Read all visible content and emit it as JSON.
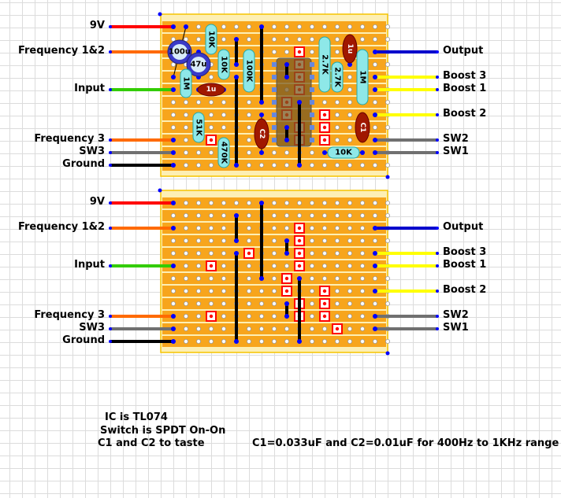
{
  "boards": [
    {
      "name": "populated",
      "left_labels": [
        {
          "text": "9V",
          "row": 0,
          "color": "#ff0000"
        },
        {
          "text": "Frequency 1&2",
          "row": 2,
          "color": "#ff6a00"
        },
        {
          "text": "Input",
          "row": 5,
          "color": "#33cc00"
        },
        {
          "text": "Frequency 3",
          "row": 9,
          "color": "#ff6a00"
        },
        {
          "text": "SW3",
          "row": 10,
          "color": "#707070"
        },
        {
          "text": "Ground",
          "row": 11,
          "color": "#000000"
        }
      ],
      "right_labels": [
        {
          "text": "Output",
          "row": 2,
          "color": "#0000cc"
        },
        {
          "text": "Boost 3",
          "row": 4,
          "color": "#ffff00"
        },
        {
          "text": "Boost 1",
          "row": 5,
          "color": "#ffff00"
        },
        {
          "text": "Boost 2",
          "row": 7,
          "color": "#ffff00"
        },
        {
          "text": "SW2",
          "row": 9,
          "color": "#707070"
        },
        {
          "text": "SW1",
          "row": 10,
          "color": "#707070"
        }
      ],
      "components": {
        "c100u": "100u",
        "c47u": "47u",
        "r10k_a": "10K",
        "r10k_b": "10K",
        "r1m_a": "1M",
        "c1u_a": "1u",
        "r100k": "100K",
        "r51k": "51K",
        "r470k": "470K",
        "c2": "C2",
        "r2k7_a": "2.7K",
        "r2k7_b": "2.7K",
        "c1u_b": "1u",
        "r1m_b": "1M",
        "c1": "C1",
        "r10k_c": "10K"
      }
    },
    {
      "name": "bare",
      "left_labels": [
        {
          "text": "9V",
          "row": 0,
          "color": "#ff0000"
        },
        {
          "text": "Frequency 1&2",
          "row": 2,
          "color": "#ff6a00"
        },
        {
          "text": "Input",
          "row": 5,
          "color": "#33cc00"
        },
        {
          "text": "Frequency 3",
          "row": 9,
          "color": "#ff6a00"
        },
        {
          "text": "SW3",
          "row": 10,
          "color": "#707070"
        },
        {
          "text": "Ground",
          "row": 11,
          "color": "#000000"
        }
      ],
      "right_labels": [
        {
          "text": "Output",
          "row": 2,
          "color": "#0000cc"
        },
        {
          "text": "Boost 3",
          "row": 4,
          "color": "#ffff00"
        },
        {
          "text": "Boost 1",
          "row": 5,
          "color": "#ffff00"
        },
        {
          "text": "Boost 2",
          "row": 7,
          "color": "#ffff00"
        },
        {
          "text": "SW2",
          "row": 9,
          "color": "#707070"
        },
        {
          "text": "SW1",
          "row": 10,
          "color": "#707070"
        }
      ]
    }
  ],
  "notes": {
    "ic": "IC is TL074",
    "switch": "Switch is SPDT On-On",
    "caps": "C1 and C2 to taste",
    "range": "C1=0.033uF and C2=0.01uF for 400Hz to 1KHz range"
  },
  "colors": {
    "strip": "#f7a51c",
    "board": "#fdefb4",
    "board_border": "#f5c400",
    "cut": "#ff0000",
    "jumper": "#000000",
    "node": "#0000ff",
    "resistor": "#8ee8e8",
    "film_cap": "#a01800",
    "electrolytic": "#3a3ac8"
  }
}
